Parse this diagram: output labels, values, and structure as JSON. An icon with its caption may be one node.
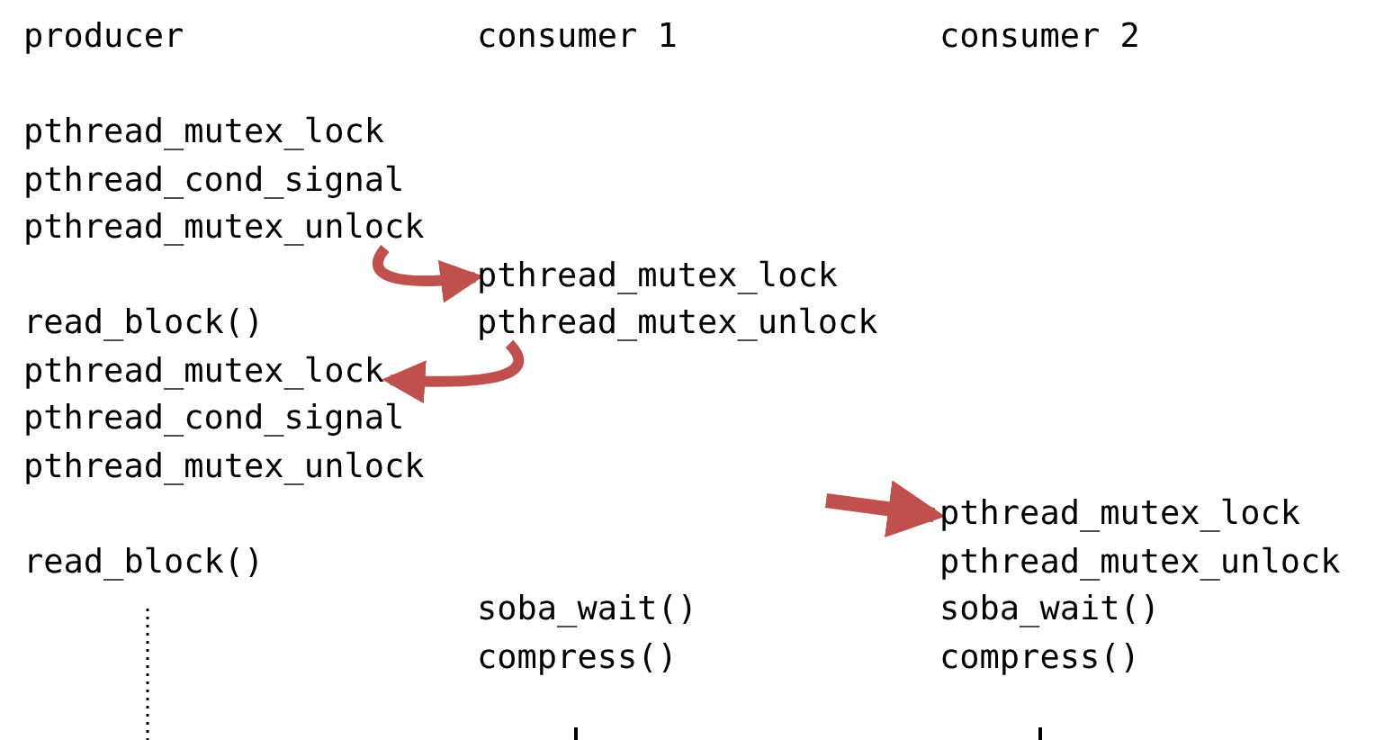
{
  "diagram": {
    "nodes": [
      {
        "text": [
          "pthread_mutex_unlock"
        ]
      },
      {
        "text": [
          "pthread_mutex_lock"
        ]
      },
      {
        "text": [
          "pthread_mutex_unlock"
        ]
      },
      {
        "text": [
          "pthread_mutex_lock"
        ]
      },
      {
        "text": [
          "pthread_mutex_lock"
        ]
      }
    ],
    "edges": [
      {
        "from": 0,
        "to": 1,
        "arrow": "to"
      },
      {
        "from": 2,
        "to": 3,
        "arrow": "to"
      },
      {
        "from": null,
        "to": 4,
        "arrow": "to"
      }
    ],
    "labels": [
      "producer",
      "consumer 1",
      "consumer 2",
      "pthread_mutex_lock",
      "pthread_cond_signal",
      "read_block()",
      "pthread_cond_signal",
      "pthread_mutex_unlock",
      "read_block()",
      "pthread_mutex_unlock",
      "soba_wait()",
      "soba_wait()",
      "compress()",
      "compress()"
    ]
  }
}
